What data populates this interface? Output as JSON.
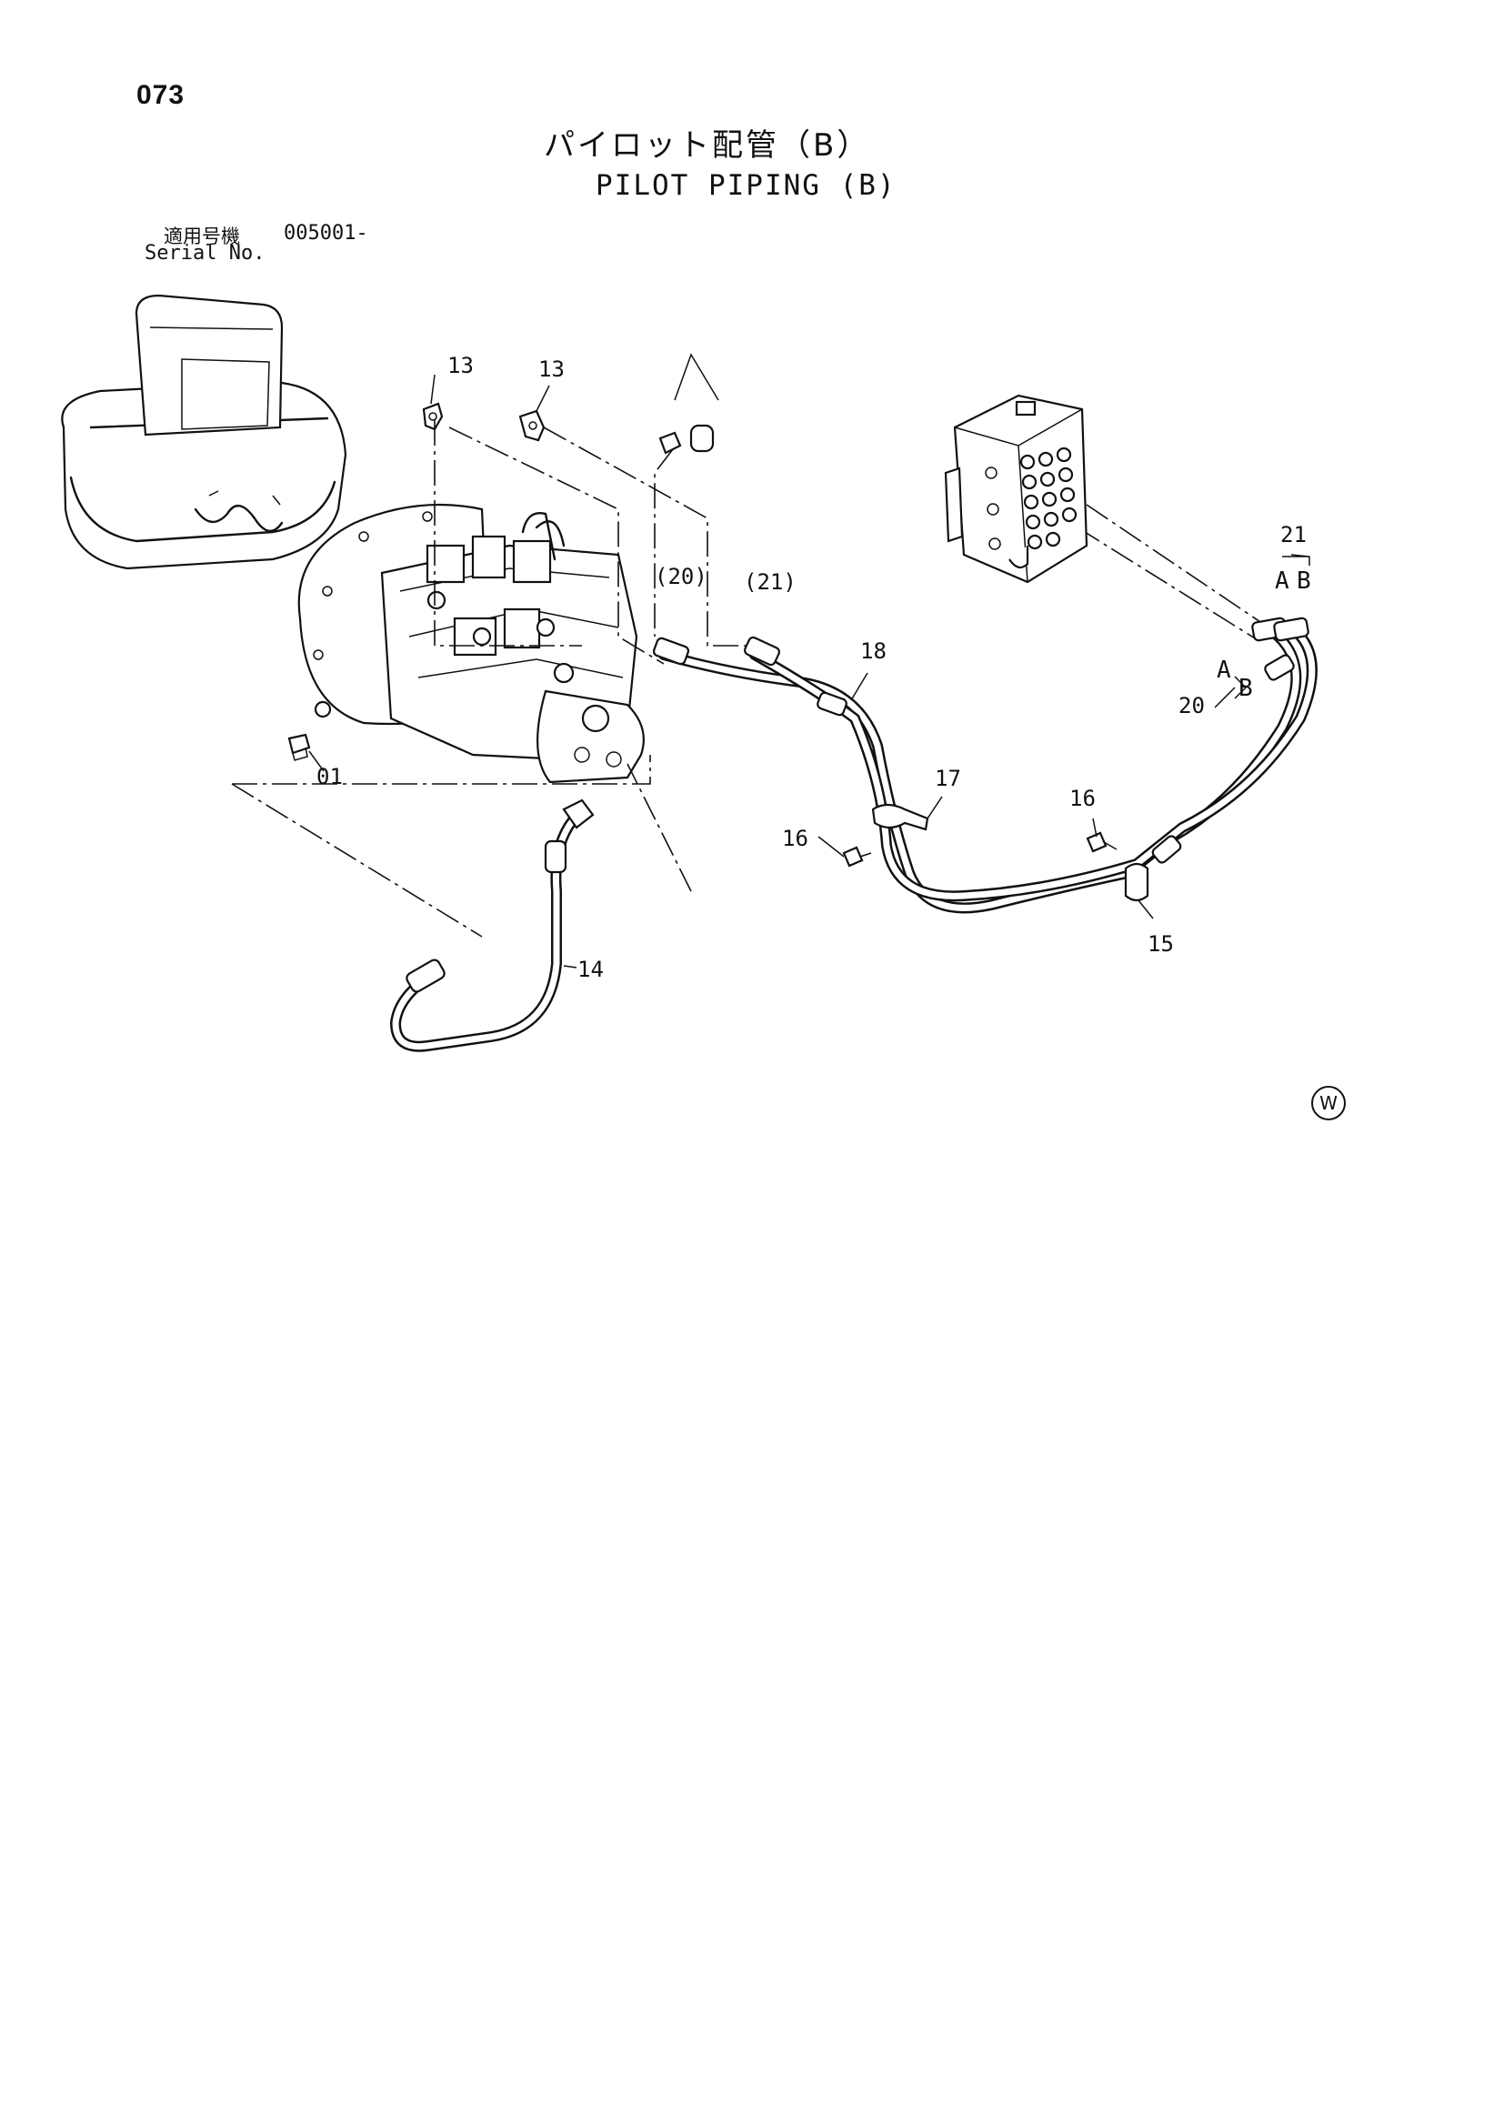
{
  "header": {
    "page_number": "073",
    "title_jp": "パイロット配管（B）",
    "title_en": "PILOT PIPING (B)"
  },
  "serial": {
    "label_jp": "適用号機",
    "value": "005001-",
    "label_en": "Serial No."
  },
  "callouts": {
    "c01": "01",
    "c13a": "13",
    "c13b": "13",
    "c14": "14",
    "c15": "15",
    "c16a": "16",
    "c16b": "16",
    "c17": "17",
    "c18": "18",
    "c20_paren": "(20)",
    "c21_paren": "(21)",
    "c21": "21",
    "c20": "20",
    "port_a_upper": "A",
    "port_b_upper": "B",
    "port_a_lower": "A",
    "port_b_lower": "B"
  },
  "watermark": "W",
  "icons": {
    "machine": "excavator-upper-structure-icon",
    "pump": "hydraulic-pump-icon",
    "valve": "control-valve-icon"
  }
}
